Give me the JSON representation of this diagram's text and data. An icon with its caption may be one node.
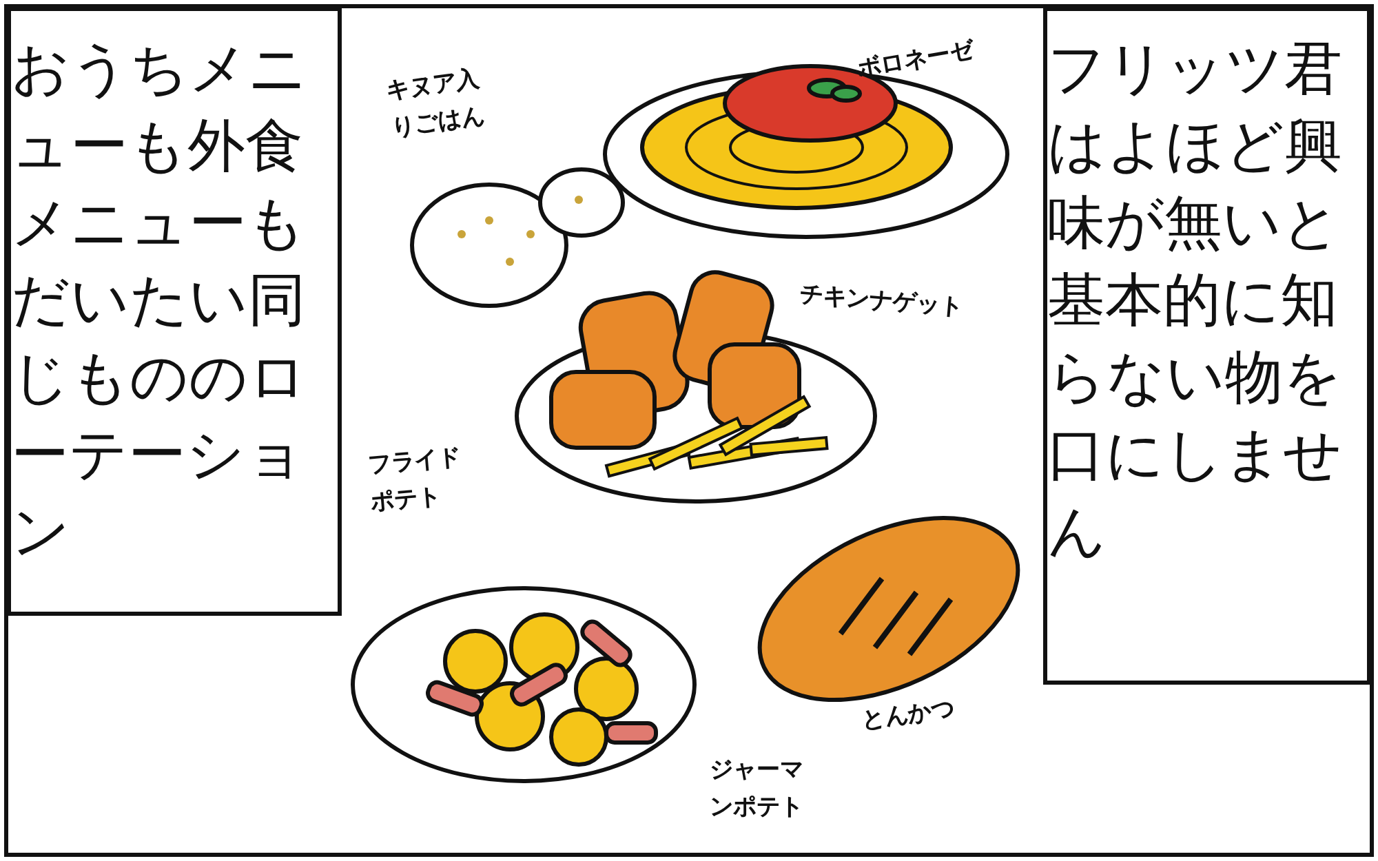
{
  "diagram": {
    "nodes": [
      {
        "text": [
          "おうちメニューも外食メニューもだいたい同じもののローテーション"
        ]
      },
      {
        "text": [
          "フリッツ君はよほど興味が無いと基本的に知らない物を口にしません"
        ]
      }
    ],
    "labels": [
      "ボロネーゼ",
      "キヌア入りごはん",
      "チキンナゲット",
      "フライドポテト",
      "とんかつ",
      "ジャーマンポテト"
    ]
  }
}
